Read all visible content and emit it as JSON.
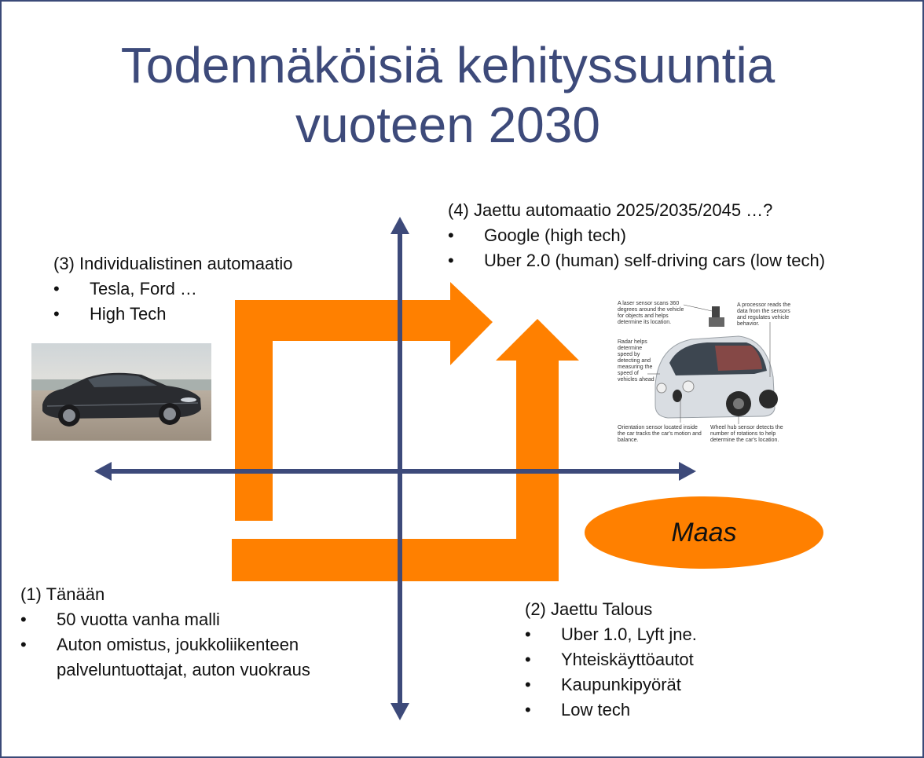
{
  "title": {
    "line1": "Todennäköisiä kehityssuuntia",
    "line2": "vuoteen 2030"
  },
  "quadrants": {
    "q1": {
      "heading": "(1) Tänään",
      "bullets": [
        "50 vuotta vanha malli",
        "Auton omistus, joukkoliikenteen",
        "palveluntuottajat, auton vuokraus"
      ]
    },
    "q2": {
      "heading": "(2) Jaettu Talous",
      "bullets": [
        "Uber 1.0, Lyft jne.",
        "Yhteiskäyttöautot",
        "Kaupunkipyörät",
        "Low tech"
      ]
    },
    "q3": {
      "heading": "(3) Individualistinen automaatio",
      "bullets": [
        "Tesla, Ford  …",
        "High Tech"
      ]
    },
    "q4": {
      "heading": "(4) Jaettu automaatio 2025/2035/2045 …?",
      "bullets": [
        "Google (high tech)",
        "Uber 2.0 (human) self-driving cars (low tech)"
      ]
    }
  },
  "maas_label": "Maas",
  "google_car_annotations": {
    "laser": "A laser sensor scans 360 degrees around the vehicle for objects and helps determine its location.",
    "processor": "A processor reads the data from the sensors and regulates vehicle behavior.",
    "radar": "Radar helps determine speed by detecting and measuring the speed of vehicles ahead",
    "orientation": "Orientation sensor located inside the car tracks the car's motion and balance.",
    "wheel": "Wheel hub sensor detects the number of rotations to help determine the car's location."
  },
  "colors": {
    "axis": "#3d4a7a",
    "arrow": "#ff8000",
    "title": "#3d4a7a",
    "frame": "#3a4a78"
  }
}
